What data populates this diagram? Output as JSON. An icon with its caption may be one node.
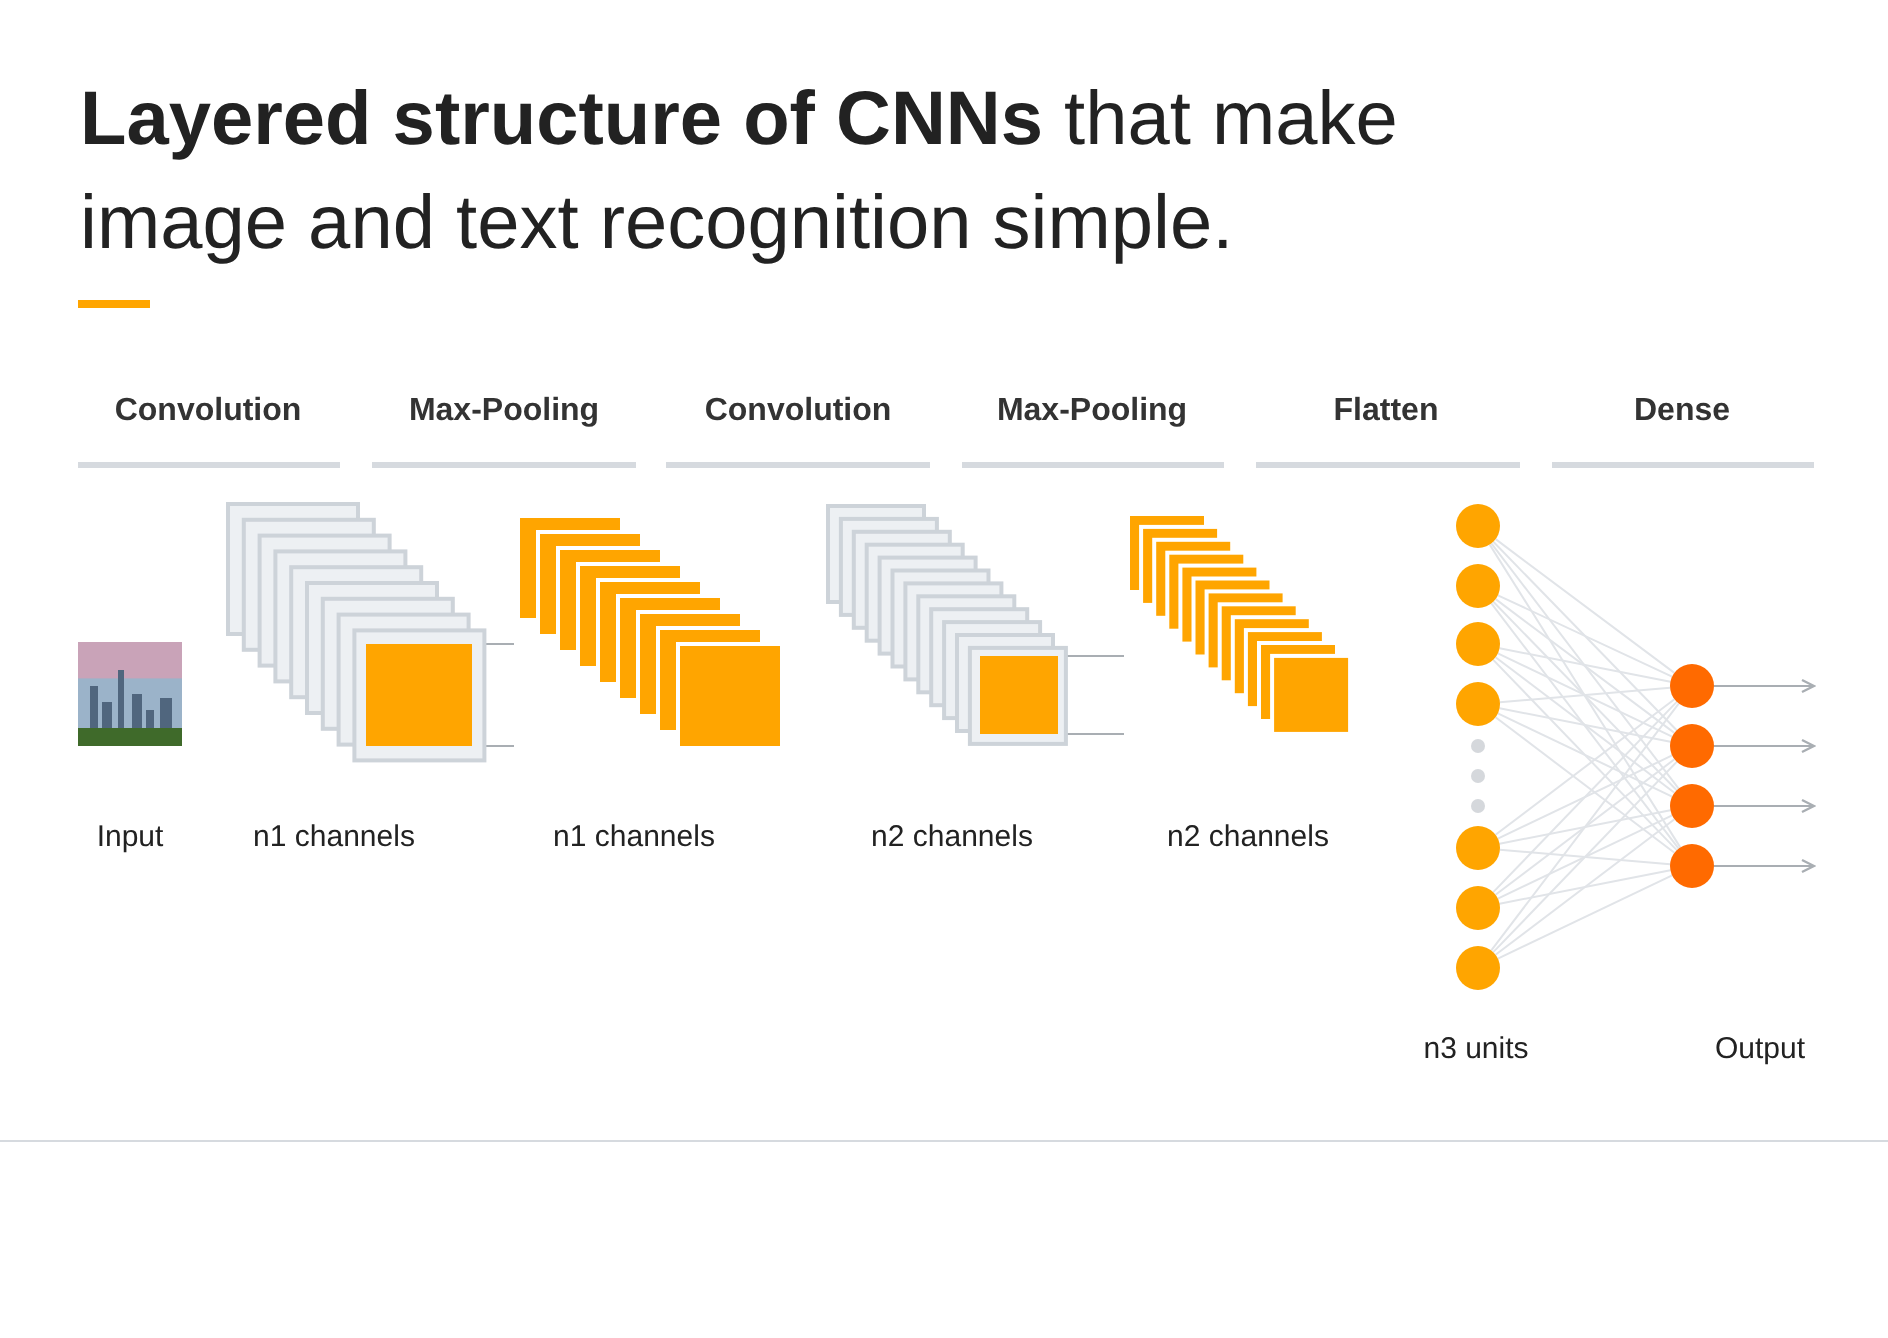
{
  "diagram": {
    "title": "**Layered structure of CNNs** that make image and text recognition simple.",
    "nodes": [
      {
        "text": [],
        "shape": "picture",
        "beside": [
          "Input"
        ]
      },
      {
        "text": [],
        "shape": "box",
        "beside": [
          "n1 channels"
        ]
      },
      {
        "text": [],
        "shape": "box",
        "in": 1
      },
      {
        "text": [],
        "shape": "box",
        "beside": [
          "n1 channels"
        ]
      },
      {
        "text": [],
        "shape": "box",
        "beside": [
          "n2 channels"
        ]
      },
      {
        "text": [],
        "shape": "box",
        "in": 4
      },
      {
        "text": [],
        "shape": "box",
        "beside": [
          "n2 channels"
        ]
      },
      {
        "text": [],
        "shape": "circle"
      },
      {
        "text": [],
        "shape": "circle"
      },
      {
        "text": [],
        "shape": "circle"
      },
      {
        "text": [],
        "shape": "circle"
      },
      {
        "text": [],
        "shape": "circle"
      },
      {
        "text": [],
        "shape": "circle"
      },
      {
        "text": [],
        "shape": "circle"
      },
      {
        "text": [],
        "shape": "circle"
      },
      {
        "text": [],
        "shape": "circle"
      },
      {
        "text": [],
        "shape": "circle"
      },
      {
        "text": [],
        "shape": "circle"
      }
    ],
    "edges": [
      {
        "from": 2,
        "to": 3,
        "arrow": "none",
        "color": "#a9aeb3"
      },
      {
        "from": 2,
        "to": 3,
        "arrow": "none",
        "color": "#a9aeb3"
      },
      {
        "from": 5,
        "to": 6,
        "arrow": "none",
        "color": "#a9aeb3"
      },
      {
        "from": 5,
        "to": 6,
        "arrow": "none",
        "color": "#a9aeb3"
      },
      {
        "from": 7,
        "to": 14,
        "arrow": "none"
      },
      {
        "from": 7,
        "to": 15,
        "arrow": "none"
      },
      {
        "from": 7,
        "to": 16,
        "arrow": "none"
      },
      {
        "from": 7,
        "to": 17,
        "arrow": "none"
      },
      {
        "from": 8,
        "to": 14,
        "arrow": "none"
      },
      {
        "from": 8,
        "to": 15,
        "arrow": "none"
      },
      {
        "from": 8,
        "to": 16,
        "arrow": "none"
      },
      {
        "from": 8,
        "to": 17,
        "arrow": "none"
      },
      {
        "from": 9,
        "to": 14,
        "arrow": "none"
      },
      {
        "from": 9,
        "to": 15,
        "arrow": "none"
      },
      {
        "from": 9,
        "to": 16,
        "arrow": "none"
      },
      {
        "from": 9,
        "to": 17,
        "arrow": "none"
      },
      {
        "from": 10,
        "to": 14,
        "arrow": "none"
      },
      {
        "from": 10,
        "to": 15,
        "arrow": "none"
      },
      {
        "from": 10,
        "to": 16,
        "arrow": "none"
      },
      {
        "from": 10,
        "to": 17,
        "arrow": "none"
      },
      {
        "from": 11,
        "to": 14,
        "arrow": "none"
      },
      {
        "from": 11,
        "to": 15,
        "arrow": "none"
      },
      {
        "from": 11,
        "to": 16,
        "arrow": "none"
      },
      {
        "from": 11,
        "to": 17,
        "arrow": "none"
      },
      {
        "from": 12,
        "to": 14,
        "arrow": "none"
      },
      {
        "from": 12,
        "to": 15,
        "arrow": "none"
      },
      {
        "from": 12,
        "to": 16,
        "arrow": "none"
      },
      {
        "from": 12,
        "to": 17,
        "arrow": "none"
      },
      {
        "from": 13,
        "to": 14,
        "arrow": "none"
      },
      {
        "from": 13,
        "to": 15,
        "arrow": "none"
      },
      {
        "from": 13,
        "to": 16,
        "arrow": "none"
      },
      {
        "from": 13,
        "to": 17,
        "arrow": "none"
      },
      {
        "from": 14,
        "to": null,
        "arrow": "to",
        "color": "#a9aeb3"
      },
      {
        "from": 15,
        "to": null,
        "arrow": "to",
        "color": "#a9aeb3"
      },
      {
        "from": 16,
        "to": null,
        "arrow": "to",
        "color": "#a9aeb3"
      },
      {
        "from": 17,
        "to": null,
        "arrow": "to",
        "color": "#a9aeb3"
      }
    ],
    "labels": [
      "Convolution",
      "Max-Pooling",
      "Convolution",
      "Max-Pooling",
      "Flatten",
      "Dense",
      "n3 units",
      "Output"
    ]
  }
}
